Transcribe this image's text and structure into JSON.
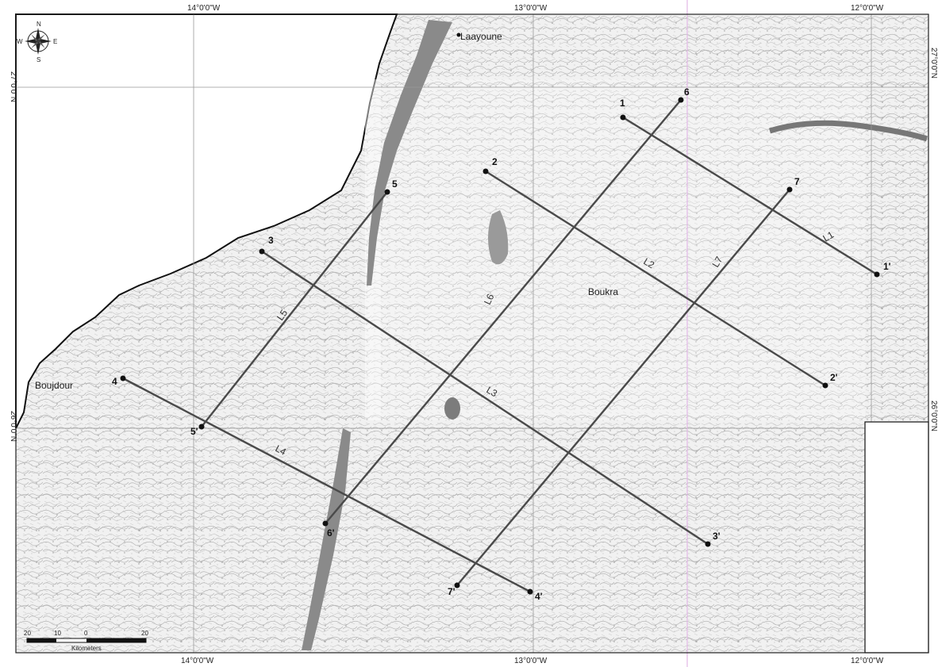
{
  "frame": {
    "top_longitudes": [
      "14°0'0\"W",
      "13°0'0\"W",
      "12°0'0\"W"
    ],
    "bottom_longitudes": [
      "14°0'0\"W",
      "13°0'0\"W",
      "12°0'0\"W"
    ],
    "left_latitudes": [
      "27°0'0\"N",
      "26°0'0\"N"
    ],
    "right_latitudes": [
      "27°0'0\"N",
      "26°0'0\"N"
    ]
  },
  "places": {
    "laayoune": "Laayoune",
    "boukra": "Boukra",
    "boujdour": "Boujdour"
  },
  "compass": {
    "n": "N",
    "s": "S",
    "e": "E",
    "w": "W"
  },
  "scale_bar": {
    "ticks": [
      "20",
      "10",
      "0",
      "20"
    ],
    "unit": "Kilometers"
  },
  "profiles": [
    {
      "line": "L1",
      "start": "1",
      "end": "1'"
    },
    {
      "line": "L2",
      "start": "2",
      "end": "2'"
    },
    {
      "line": "L3",
      "start": "3",
      "end": "3'"
    },
    {
      "line": "L4",
      "start": "4",
      "end": "4'"
    },
    {
      "line": "L5",
      "start": "5",
      "end": "5'"
    },
    {
      "line": "L6",
      "start": "6",
      "end": "6'"
    },
    {
      "line": "L7",
      "start": "7",
      "end": "7'"
    }
  ],
  "colors": {
    "profile_line": "#4a4a4a",
    "dune_band": "#8a8a8a",
    "ocean": "#ffffff",
    "land": "#efefef"
  }
}
